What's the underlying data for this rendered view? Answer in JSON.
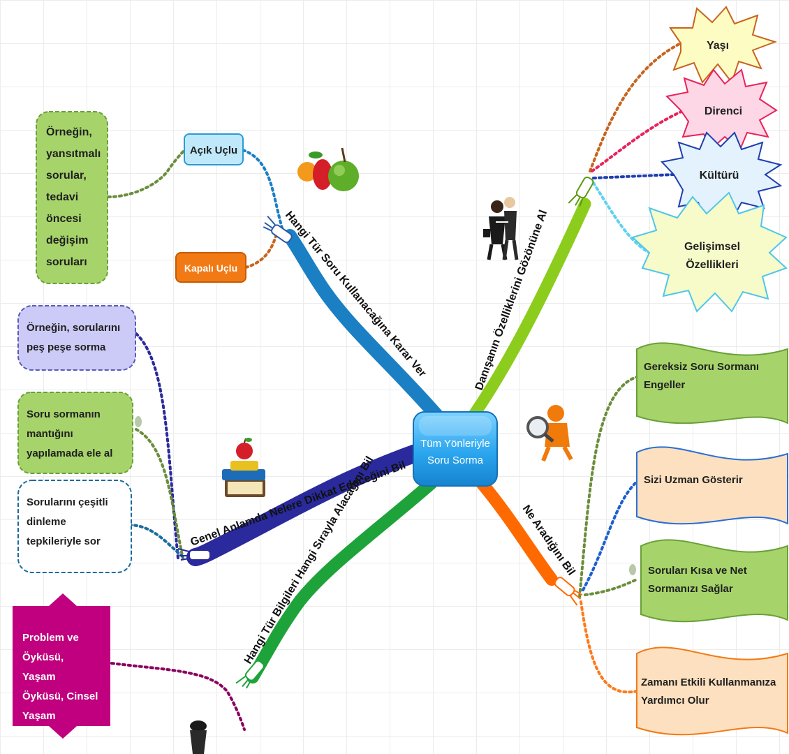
{
  "center": {
    "line1": "Tüm Yönleriyle",
    "line2": "Soru Sorma"
  },
  "branches": {
    "top_left": "Hangi Tür Soru Kullanacağına Karar Ver",
    "top_right": "Danışanın Özelliklerini Gözönüne Al",
    "middle_left": "Genel Anlamda Nelere Dikkat Edeceğini Bil",
    "bottom_left": "Hangi Tür Bilgileri Hangi Sırayla Alacağını Bil",
    "bottom_right": "Ne Aradığını Bil"
  },
  "question_types": {
    "open": "Açık Uçlu",
    "closed": "Kapalı Uçlu",
    "example_lines": [
      "Örneğin,",
      "yansıtmalı",
      "sorular,",
      "tedavi",
      "öncesi",
      "değişim",
      "soruları"
    ]
  },
  "client_features": {
    "age": "Yaşı",
    "resistance": "Direnci",
    "culture": "Kültürü",
    "development": [
      "Gelişimsel",
      "Özellikleri"
    ]
  },
  "general_notes": {
    "note1": [
      "Örneğin, sorularını",
      "peş peşe sorma"
    ],
    "note2": [
      "Soru sormanın",
      "mantığını",
      "yapılamada ele al"
    ],
    "note3": [
      "Sorularını çeşitli",
      "dinleme",
      "tepkileriyle sor"
    ]
  },
  "info_order": {
    "lines": [
      "Problem ve",
      "Öyküsü,",
      "Yaşam",
      "Öyküsü, Cinsel",
      "Yaşam"
    ]
  },
  "know_what": {
    "item1": [
      "Gereksiz Soru Sormanı",
      "Engeller"
    ],
    "item2": [
      "Sizi Uzman Gösterir"
    ],
    "item3": [
      "Soruları Kısa ve Net",
      "Sormanızı Sağlar"
    ],
    "item4": [
      "Zamanı Etkili Kullanmanıza",
      "Yardımcı Olur"
    ]
  },
  "colors": {
    "branch_blue": "#1b7fc4",
    "branch_lime": "#8ccc1c",
    "branch_navy": "#2a2a9c",
    "branch_green": "#1ea33a",
    "branch_orange": "#ff6a00",
    "center_fill": "#30a8f0",
    "green_box": "#a6d46a",
    "purple_box": "#cccbf7",
    "peach_box": "#fde0bf",
    "magenta_box": "#c0007e",
    "star_fill": "#fdfdc3"
  }
}
